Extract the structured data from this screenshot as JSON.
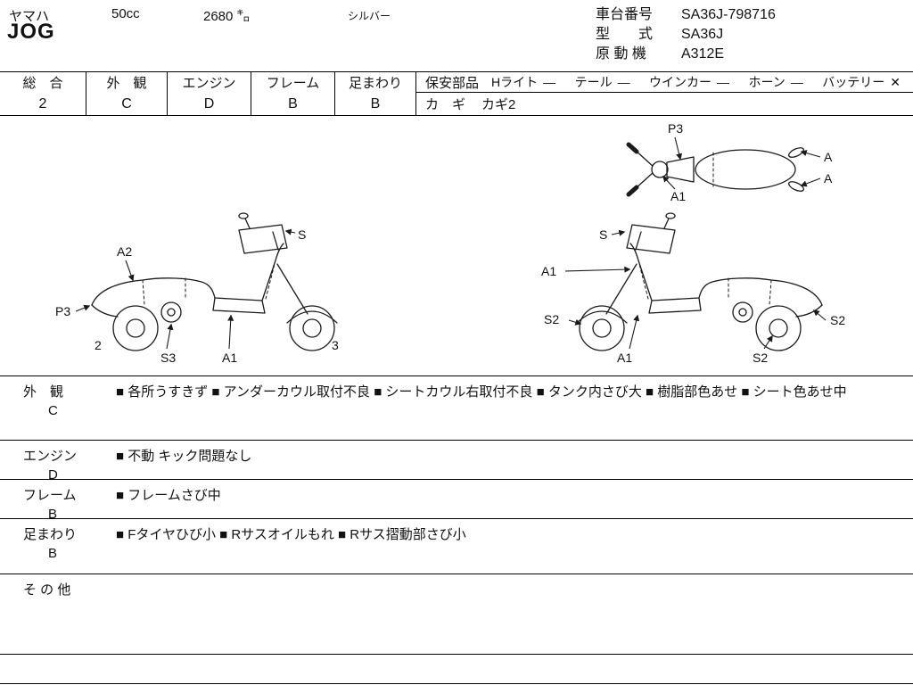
{
  "header": {
    "maker": "ヤマハ",
    "displacement": "50cc",
    "mileage": "2680 ㌔",
    "color": "シルバー",
    "model": "JOG",
    "chassis_label": "車台番号",
    "chassis_value": "SA36J-798716",
    "type_label": "型　　式",
    "type_value": "SA36J",
    "engine_label": "原 動 機",
    "engine_value": "A312E"
  },
  "ratings": [
    {
      "label": "総　合",
      "grade": "2"
    },
    {
      "label": "外　観",
      "grade": "C"
    },
    {
      "label": "エンジン",
      "grade": "D"
    },
    {
      "label": "フレーム",
      "grade": "B"
    },
    {
      "label": "足まわり",
      "grade": "B"
    }
  ],
  "safety": {
    "label": "保安部品",
    "items": [
      {
        "name": "Hライト",
        "status": "―"
      },
      {
        "name": "テール",
        "status": "―"
      },
      {
        "name": "ウインカー",
        "status": "―"
      },
      {
        "name": "ホーン",
        "status": "―"
      },
      {
        "name": "バッテリー",
        "status": "✕"
      }
    ],
    "key_label": "カ　ギ",
    "key_value": "カギ2"
  },
  "diagram": {
    "top_view": {
      "p3": "P3",
      "a_upper": "A",
      "a_lower": "A",
      "a1": "A1"
    },
    "left_view": {
      "a2": "A2",
      "s": "S",
      "p3": "P3",
      "num_rear": "2",
      "s3": "S3",
      "a1": "A1",
      "num_front": "3"
    },
    "right_view": {
      "s": "S",
      "a1_front": "A1",
      "s2_front": "S2",
      "a1_bottom": "A1",
      "s2_rear": "S2",
      "s2_side": "S2"
    }
  },
  "details": {
    "rows": [
      {
        "label": "外　観",
        "grade": "C",
        "text": "■ 各所うすきず ■ アンダーカウル取付不良 ■ シートカウル右取付不良 ■ タンク内さび大 ■ 樹脂部色あせ ■ シート色あせ中"
      },
      {
        "label": "エンジン",
        "grade": "D",
        "text": "■ 不動 キック問題なし"
      },
      {
        "label": "フレーム",
        "grade": "B",
        "text": "■ フレームさび中"
      },
      {
        "label": "足まわり",
        "grade": "B",
        "text": "■ Fタイヤひび小 ■ Rサスオイルもれ ■ Rサス摺動部さび小"
      },
      {
        "label": "そ の 他",
        "grade": "",
        "text": ""
      }
    ]
  }
}
